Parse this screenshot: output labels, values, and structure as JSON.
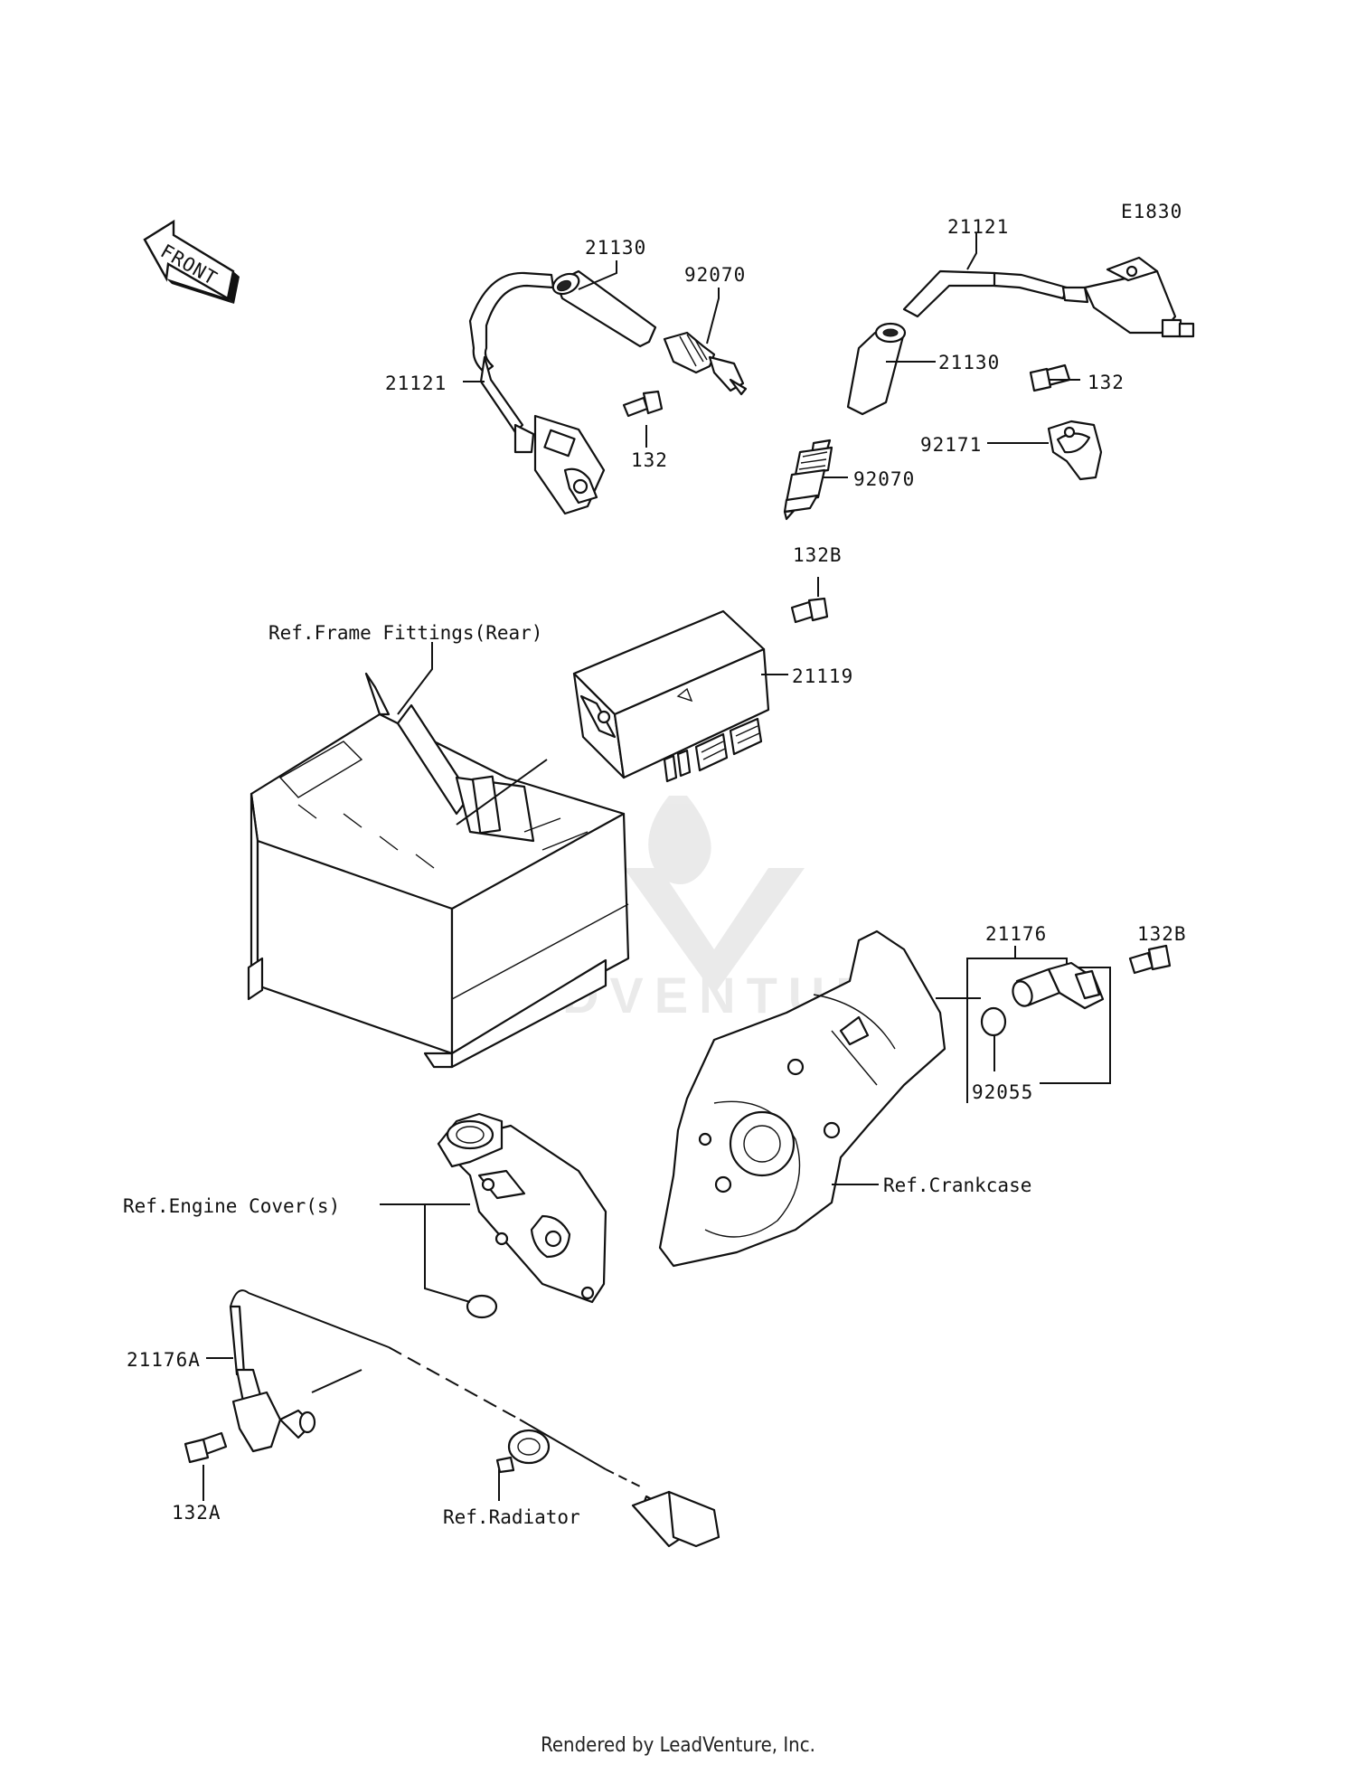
{
  "diagram_code": "E1830",
  "front_label": "FRONT",
  "watermark_text": "LEADVENTURE",
  "footer": "Rendered by LeadVenture, Inc.",
  "labels": {
    "p21130_left": "21130",
    "p92070_top": "92070",
    "p21121_left": "21121",
    "p132_left": "132",
    "p21121_right": "21121",
    "p21130_right": "21130",
    "p132_right": "132",
    "p92171": "92171",
    "p92070_right": "92070",
    "p132b_top": "132B",
    "p21119": "21119",
    "ref_frame": "Ref.Frame Fittings(Rear)",
    "p21176": "21176",
    "p132b_right": "132B",
    "p92055": "92055",
    "ref_crankcase": "Ref.Crankcase",
    "ref_engine_cover": "Ref.Engine Cover(s)",
    "p21176a": "21176A",
    "p132a": "132A",
    "ref_radiator": "Ref.Radiator"
  }
}
